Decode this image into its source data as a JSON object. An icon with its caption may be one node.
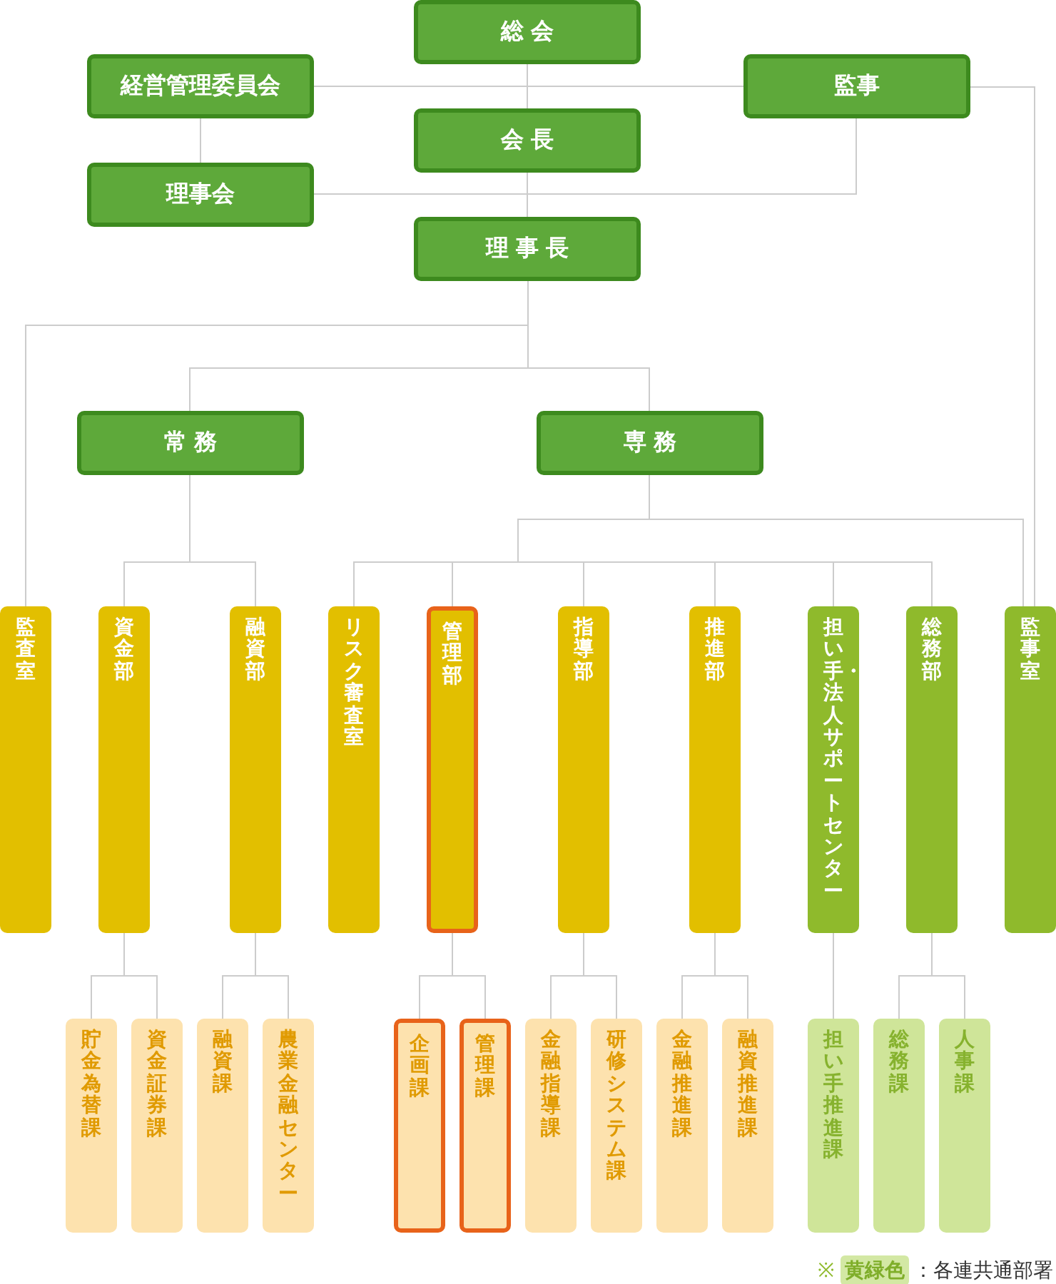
{
  "diagram": {
    "nodes": [
      {
        "text": [
          "総会"
        ]
      },
      {
        "text": [
          "経営管理委員会"
        ]
      },
      {
        "text": [
          "監事"
        ]
      },
      {
        "text": [
          "会長"
        ]
      },
      {
        "text": [
          "理事会"
        ]
      },
      {
        "text": [
          "理事長"
        ]
      },
      {
        "text": [
          "常務"
        ]
      },
      {
        "text": [
          "専務"
        ]
      },
      {
        "text": [
          "監査室"
        ]
      },
      {
        "text": [
          "資金部"
        ]
      },
      {
        "text": [
          "融資部"
        ]
      },
      {
        "text": [
          "リスク審査室"
        ]
      },
      {
        "text": [
          "管理部"
        ]
      },
      {
        "text": [
          "指導部"
        ]
      },
      {
        "text": [
          "推進部"
        ]
      },
      {
        "text": [
          "担い手・法人サポートセンター"
        ]
      },
      {
        "text": [
          "総務部"
        ]
      },
      {
        "text": [
          "監事室"
        ]
      },
      {
        "text": [
          "貯金為替課"
        ]
      },
      {
        "text": [
          "資金証券課"
        ]
      },
      {
        "text": [
          "融資課"
        ]
      },
      {
        "text": [
          "農業金融センター"
        ]
      },
      {
        "text": [
          "企画課"
        ]
      },
      {
        "text": [
          "管理課"
        ]
      },
      {
        "text": [
          "金融指導課"
        ]
      },
      {
        "text": [
          "研修システム課"
        ]
      },
      {
        "text": [
          "金融推進課"
        ]
      },
      {
        "text": [
          "融資推進課"
        ]
      },
      {
        "text": [
          "担い手推進課"
        ]
      },
      {
        "text": [
          "総務課"
        ]
      },
      {
        "text": [
          "人事課"
        ]
      }
    ],
    "edges": [
      {
        "from": 0,
        "to": 3,
        "arrow": "none"
      },
      {
        "from": 3,
        "to": 5,
        "arrow": "none"
      },
      {
        "from": 1,
        "to": 2,
        "arrow": "none"
      },
      {
        "from": 1,
        "to": 4,
        "arrow": "none"
      },
      {
        "from": 4,
        "to": 2,
        "arrow": "none"
      },
      {
        "from": 2,
        "to": 17,
        "arrow": "none"
      },
      {
        "from": 5,
        "to": 8,
        "arrow": "none"
      },
      {
        "from": 5,
        "to": 6,
        "arrow": "none"
      },
      {
        "from": 5,
        "to": 7,
        "arrow": "none"
      },
      {
        "from": 6,
        "to": 9,
        "arrow": "none"
      },
      {
        "from": 6,
        "to": 10,
        "arrow": "none"
      },
      {
        "from": 7,
        "to": 11,
        "arrow": "none"
      },
      {
        "from": 7,
        "to": 12,
        "arrow": "none"
      },
      {
        "from": 7,
        "to": 13,
        "arrow": "none"
      },
      {
        "from": 7,
        "to": 14,
        "arrow": "none"
      },
      {
        "from": 7,
        "to": 15,
        "arrow": "none"
      },
      {
        "from": 7,
        "to": 16,
        "arrow": "none"
      },
      {
        "from": 7,
        "to": 17,
        "arrow": "none"
      },
      {
        "from": 9,
        "to": 18,
        "arrow": "none"
      },
      {
        "from": 9,
        "to": 19,
        "arrow": "none"
      },
      {
        "from": 10,
        "to": 20,
        "arrow": "none"
      },
      {
        "from": 10,
        "to": 21,
        "arrow": "none"
      },
      {
        "from": 12,
        "to": 22,
        "arrow": "none"
      },
      {
        "from": 12,
        "to": 23,
        "arrow": "none"
      },
      {
        "from": 13,
        "to": 24,
        "arrow": "none"
      },
      {
        "from": 13,
        "to": 25,
        "arrow": "none"
      },
      {
        "from": 14,
        "to": 26,
        "arrow": "none"
      },
      {
        "from": 14,
        "to": 27,
        "arrow": "none"
      },
      {
        "from": 15,
        "to": 28,
        "arrow": "none"
      },
      {
        "from": 16,
        "to": 29,
        "arrow": "none"
      },
      {
        "from": 16,
        "to": 30,
        "arrow": "none"
      }
    ],
    "labels": [
      "※",
      "黄緑色",
      "：各連共通部署"
    ]
  }
}
